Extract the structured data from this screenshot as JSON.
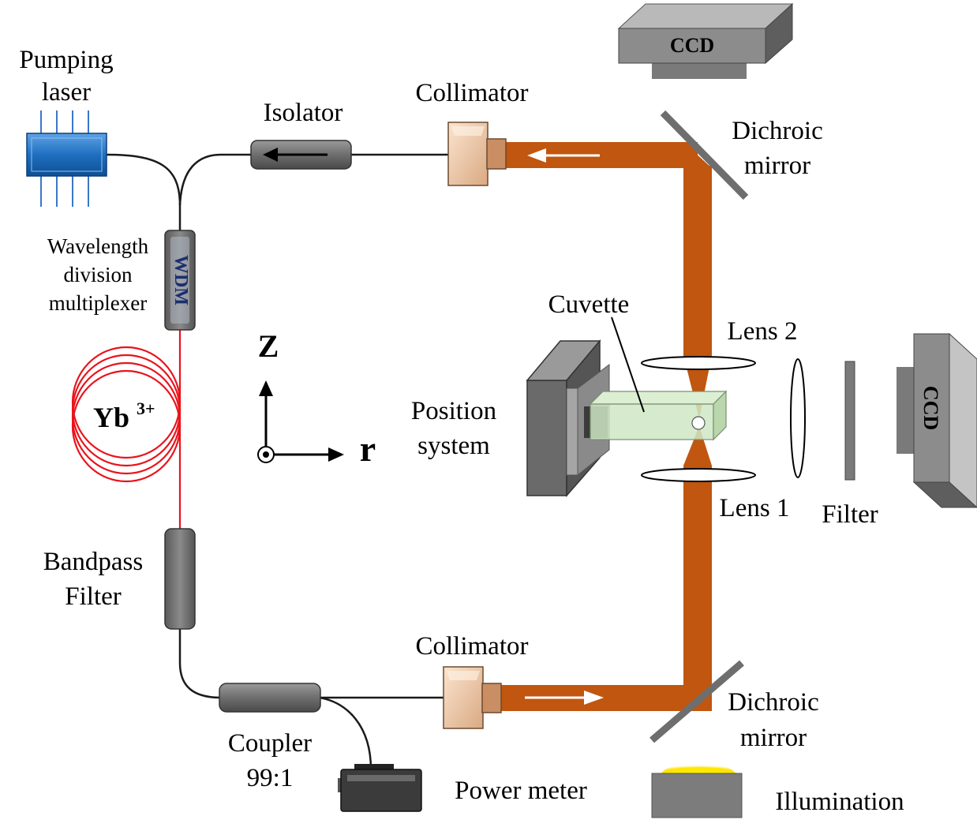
{
  "labels": {
    "pumping_laser": [
      "Pumping",
      "laser"
    ],
    "isolator": "Isolator",
    "collimator_top": "Collimator",
    "collimator_bottom": "Collimator",
    "ccd_top": "CCD",
    "ccd_right": "CCD",
    "dichroic_top": [
      "Dichroic",
      "mirror"
    ],
    "dichroic_bottom": [
      "Dichroic",
      "mirror"
    ],
    "wdm_text": "WDM",
    "wdm_caption": [
      "Wavelength",
      "division",
      "multiplexer"
    ],
    "gain_fiber": {
      "base": "Yb",
      "sup": "3+"
    },
    "axis_z": "Z",
    "axis_r": "r",
    "cuvette": "Cuvette",
    "position_system": [
      "Position",
      "system"
    ],
    "lens2": "Lens 2",
    "lens1": "Lens 1",
    "filter": "Filter",
    "bandpass_filter": [
      "Bandpass",
      "Filter"
    ],
    "coupler": [
      "Coupler",
      "99:1"
    ],
    "power_meter": "Power meter",
    "illumination": "Illumination"
  },
  "colors": {
    "beam": "#C0560F",
    "fiber": "#1a1a1a",
    "gain_fiber": "#e8141c",
    "laser_blue": "#1f6fc0",
    "device_gray": "#6e6e6e",
    "collimator": "#f1c9a5",
    "cuvette": "#cfe8c4",
    "illumination": "#ffe400"
  }
}
